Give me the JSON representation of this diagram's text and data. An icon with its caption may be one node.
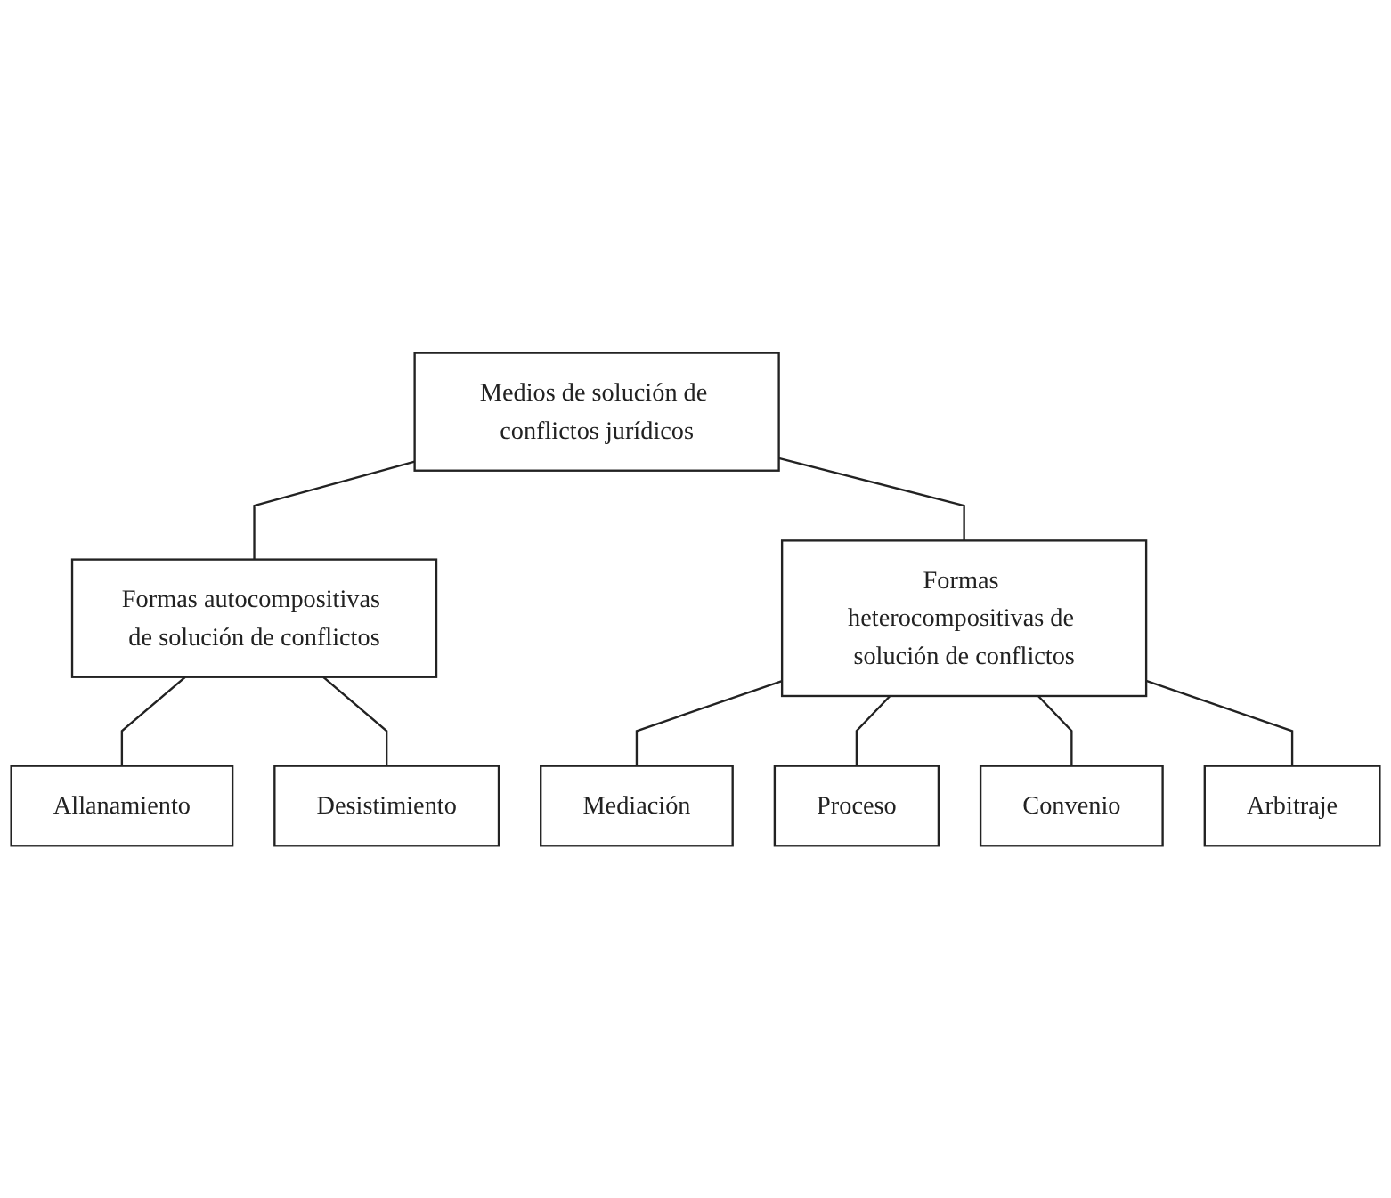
{
  "diagram": {
    "nodes": [
      {
        "text": [
          "Medios de solución de conflictos jurídicos"
        ]
      },
      {
        "text": [
          "Formas autocompositivas de solución de conflictos"
        ]
      },
      {
        "text": [
          "Formas heterocompositivas de solución de conflictos"
        ]
      },
      {
        "text": [
          "Allanamiento"
        ]
      },
      {
        "text": [
          "Desistimiento"
        ]
      },
      {
        "text": [
          "Mediación"
        ]
      },
      {
        "text": [
          "Proceso"
        ]
      },
      {
        "text": [
          "Convenio"
        ]
      },
      {
        "text": [
          "Arbitraje"
        ]
      }
    ],
    "edges": [
      {
        "from": 0,
        "to": 1,
        "arrow": "none"
      },
      {
        "from": 0,
        "to": 2,
        "arrow": "none"
      },
      {
        "from": 1,
        "to": 3,
        "arrow": "none"
      },
      {
        "from": 1,
        "to": 4,
        "arrow": "none"
      },
      {
        "from": 2,
        "to": 5,
        "arrow": "none"
      },
      {
        "from": 2,
        "to": 6,
        "arrow": "none"
      },
      {
        "from": 2,
        "to": 7,
        "arrow": "none"
      },
      {
        "from": 2,
        "to": 8,
        "arrow": "none"
      }
    ]
  }
}
